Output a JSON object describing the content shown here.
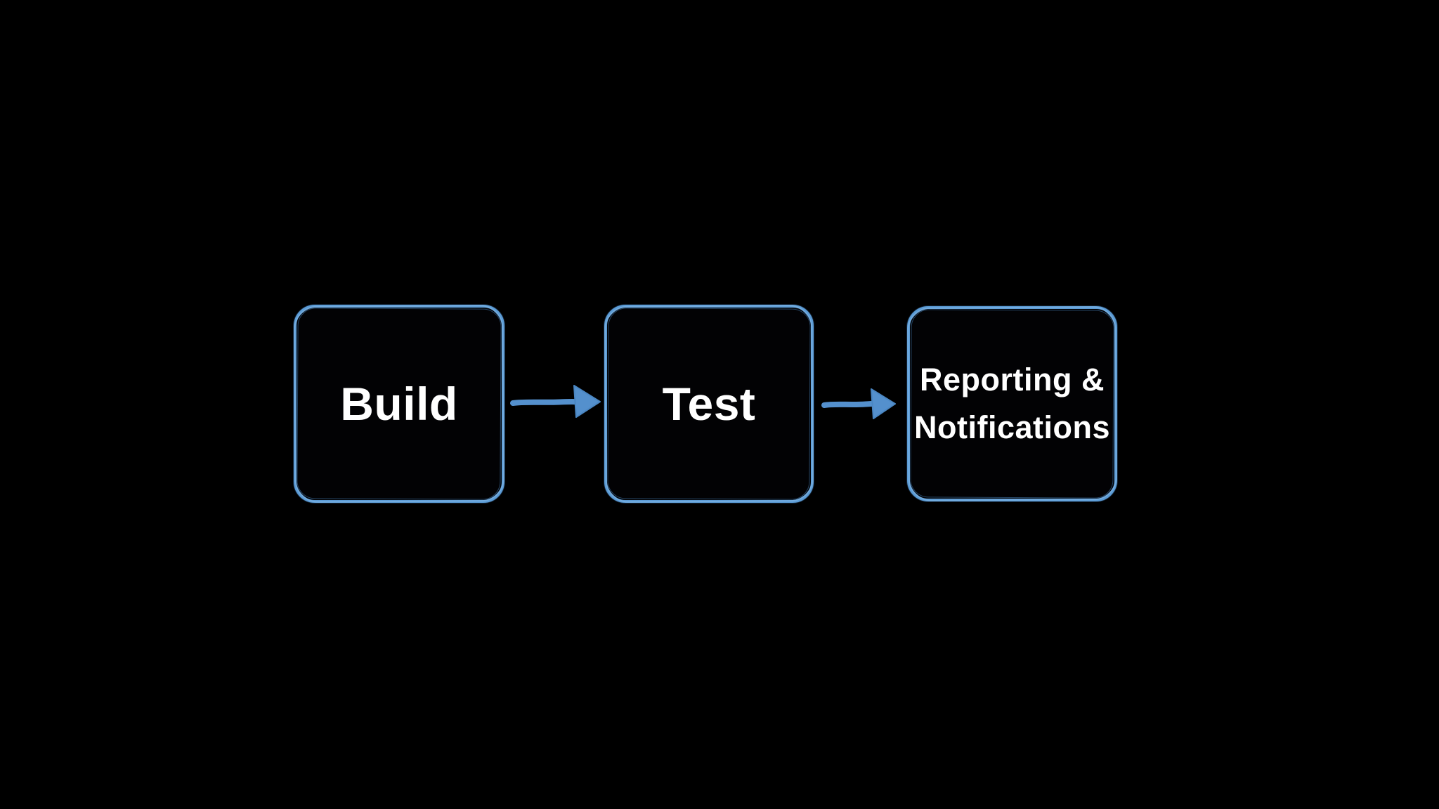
{
  "diagram": {
    "type": "flowchart",
    "background_color": "#000000",
    "nodes": [
      {
        "id": "build",
        "lines": [
          "Build"
        ]
      },
      {
        "id": "test",
        "lines": [
          "Test"
        ]
      },
      {
        "id": "reporting",
        "lines": [
          "Reporting &",
          "Notifications"
        ]
      }
    ],
    "connections": [
      {
        "from": "build",
        "to": "test",
        "style": "hand-drawn-arrow"
      },
      {
        "from": "test",
        "to": "reporting",
        "style": "hand-drawn-arrow"
      }
    ],
    "colors": {
      "node_border": "#5b9bd5",
      "node_fill": "#020204",
      "arrow": "#5490cd",
      "text": "#ffffff"
    }
  }
}
